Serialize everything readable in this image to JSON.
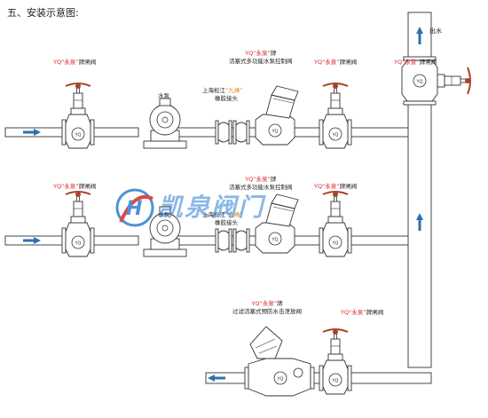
{
  "heading": "五、安装示意图:",
  "outlet_label": "出水",
  "row1": {
    "gate_valve_left": {
      "brand": "YQ“永泉”",
      "name": "牌闸阀"
    },
    "pump": "水泵",
    "joint": {
      "prefix": "上海松江",
      "brand": "“九峰”",
      "name": "橡胶接头"
    },
    "control_valve": {
      "brand": "YQ“永泉”",
      "suffix": "牌",
      "name": "活塞式多功能水泵控制阀"
    },
    "gate_valve_right": {
      "brand": "YQ“永泉”",
      "name": "牌闸阀"
    },
    "gate_valve_riser": {
      "brand": "YQ“永泉”",
      "name": "牌闸阀"
    }
  },
  "row2": {
    "gate_valve_left": {
      "brand": "YQ“永泉”",
      "name": "牌闸阀"
    },
    "pump": "水泵",
    "joint": {
      "prefix": "上海松江",
      "brand": "“九峰”",
      "name": "橡胶接头"
    },
    "control_valve": {
      "brand": "YQ“永泉”",
      "suffix": "牌",
      "name": "活塞式多功能水泵控制阀"
    },
    "gate_valve_right": {
      "brand": "YQ“永泉”",
      "name": "牌闸阀"
    }
  },
  "row3": {
    "preventer": {
      "brand": "YQ“永泉”",
      "suffix": "牌",
      "name": "过滤活塞式预防水击泄放阀"
    },
    "gate_valve": {
      "brand": "YQ“永泉”",
      "name": "牌闸阀"
    }
  },
  "watermark": "凯泉阀门",
  "valve_badge": "YQ",
  "colors": {
    "line": "#333333",
    "pipe_fill": "#ffffff",
    "flow_arrow": "#2d6fb0",
    "brand_red": "#d9262a",
    "watermark_blue": "#2f7fd0",
    "watermark_red": "#d9262a",
    "handwheel": "#a8432b"
  }
}
